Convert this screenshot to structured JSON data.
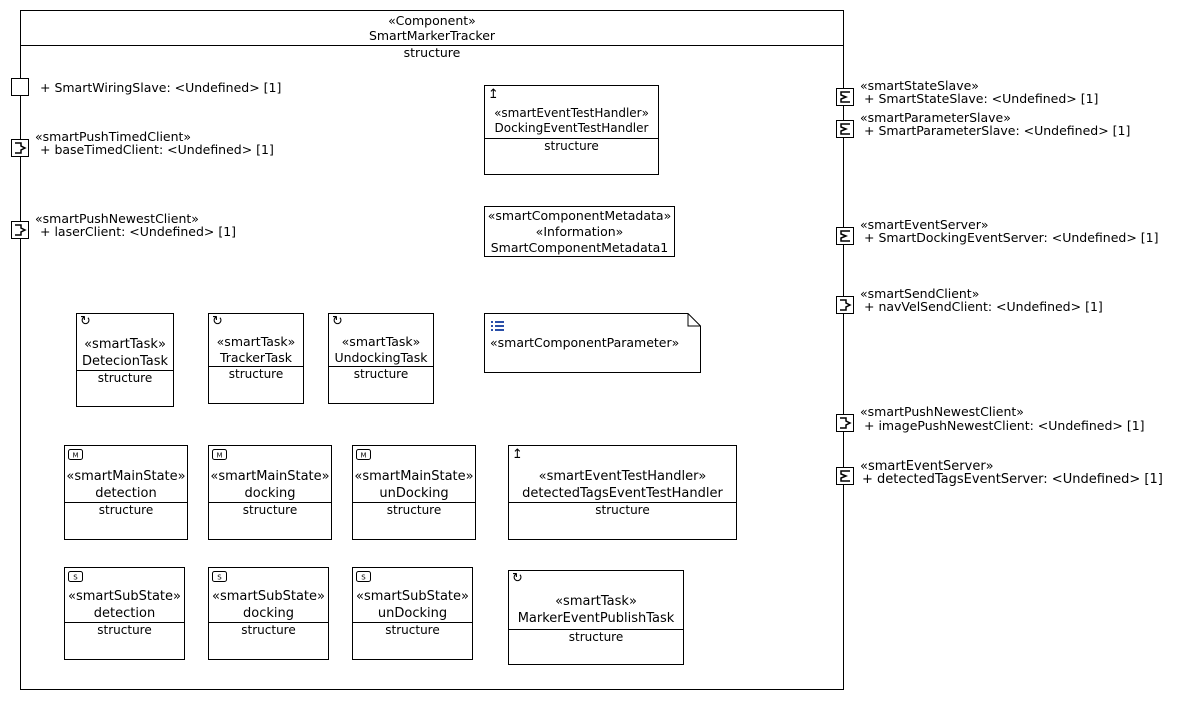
{
  "component": {
    "stereotype": "«Component»",
    "name": "SmartMarkerTracker",
    "compartment": "structure"
  },
  "ports_left": [
    {
      "stereotype": "",
      "label": "+ SmartWiringSlave: <Undefined> [1]"
    },
    {
      "stereotype": "«smartPushTimedClient»",
      "label": "+ baseTimedClient: <Undefined> [1]"
    },
    {
      "stereotype": "«smartPushNewestClient»",
      "label": "+ laserClient: <Undefined> [1]"
    }
  ],
  "ports_right": [
    {
      "stereotype": "«smartStateSlave»",
      "label": "+ SmartStateSlave: <Undefined> [1]"
    },
    {
      "stereotype": "«smartParameterSlave»",
      "label": "+ SmartParameterSlave: <Undefined> [1]"
    },
    {
      "stereotype": "«smartEventServer»",
      "label": "+ SmartDockingEventServer: <Undefined> [1]"
    },
    {
      "stereotype": "«smartSendClient»",
      "label": "+ navVelSendClient: <Undefined> [1]"
    },
    {
      "stereotype": "«smartPushNewestClient»",
      "label": "+ imagePushNewestClient: <Undefined> [1]"
    },
    {
      "stereotype": "«smartEventServer»",
      "label": "+ detectedTagsEventServer: <Undefined> [1]"
    }
  ],
  "parts": {
    "docking_handler": {
      "stereotype": "«smartEventTestHandler»",
      "name": "DockingEventTestHandler",
      "compartment": "structure"
    },
    "metadata": {
      "stereotype": "«smartComponentMetadata»",
      "stereotype2": "«Information»",
      "name": "SmartComponentMetadata1"
    },
    "parameter": {
      "stereotype": "«smartComponentParameter»"
    },
    "detection_task": {
      "stereotype": "«smartTask»",
      "name": "DetecionTask",
      "compartment": "structure"
    },
    "tracker_task": {
      "stereotype": "«smartTask»",
      "name": "TrackerTask",
      "compartment": "structure"
    },
    "undocking_task": {
      "stereotype": "«smartTask»",
      "name": "UndockingTask",
      "compartment": "structure"
    },
    "main_detection": {
      "stereotype": "«smartMainState»",
      "name": "detection",
      "compartment": "structure"
    },
    "main_docking": {
      "stereotype": "«smartMainState»",
      "name": "docking",
      "compartment": "structure"
    },
    "main_undocking": {
      "stereotype": "«smartMainState»",
      "name": "unDocking",
      "compartment": "structure"
    },
    "detected_handler": {
      "stereotype": "«smartEventTestHandler»",
      "name": "detectedTagsEventTestHandler",
      "compartment": "structure"
    },
    "sub_detection": {
      "stereotype": "«smartSubState»",
      "name": "detection",
      "compartment": "structure"
    },
    "sub_docking": {
      "stereotype": "«smartSubState»",
      "name": "docking",
      "compartment": "structure"
    },
    "sub_undocking": {
      "stereotype": "«smartSubState»",
      "name": "unDocking",
      "compartment": "structure"
    },
    "marker_task": {
      "stereotype": "«smartTask»",
      "name": "MarkerEventPublishTask",
      "compartment": "structure"
    }
  },
  "icons": {
    "task": "loop-icon",
    "handler": "up-arrow-icon",
    "main_state": "main-state-icon",
    "sub_state": "sub-state-icon",
    "parameter": "list-icon",
    "port": "port-icon"
  }
}
